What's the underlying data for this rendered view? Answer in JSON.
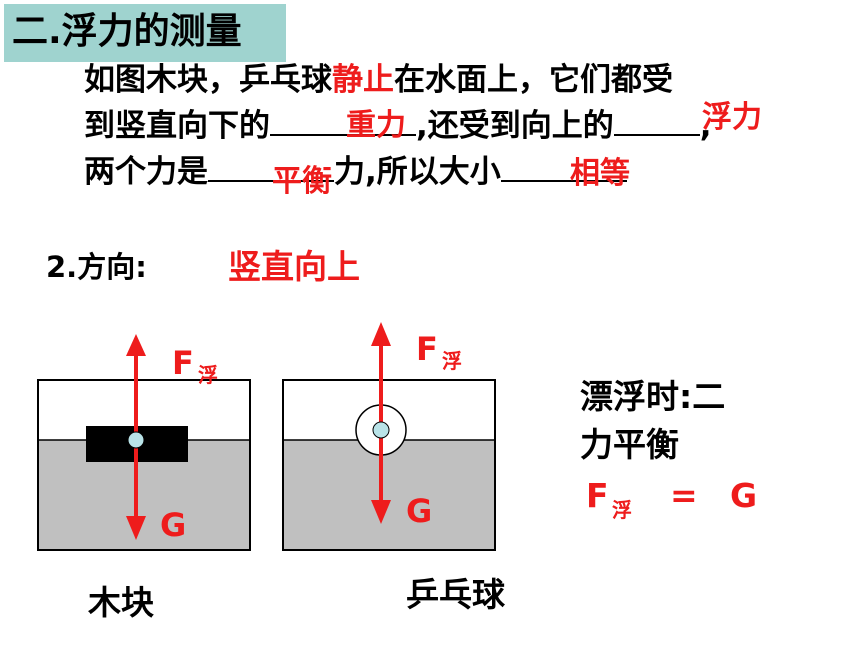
{
  "title": "二.浮力的测量",
  "paragraph": {
    "l1_a": "如图木块，乒乓球",
    "l1_red": "静止",
    "l1_b": "在水面上，它们都受",
    "l2_a": "到竖直向下的",
    "l2_ans1": "重力",
    "l2_b": ",还受到向上的",
    "l2_ans2": "浮力",
    "l2_c": ",",
    "l3_a": "两个力是",
    "l3_ans1": "平衡",
    "l3_b": "力,所以大小",
    "l3_ans2": "相等"
  },
  "direction": {
    "label": "2.方向:",
    "value": "竖直向上"
  },
  "diagrams": {
    "left": {
      "force_up": "F",
      "force_up_sub": "浮",
      "force_down": "G",
      "caption": "木块"
    },
    "right": {
      "force_up": "F",
      "force_up_sub": "浮",
      "force_down": "G",
      "caption": "乒乓球"
    }
  },
  "conclusion": {
    "line1": "漂浮时:二",
    "line2": "力平衡",
    "eq_f": "F",
    "eq_sub": "浮",
    "eq_sign": "=",
    "eq_g": "G"
  },
  "colors": {
    "title_bg": "#9fd3cf",
    "accent_red": "#ee1c1c",
    "water": "#c0c0c0",
    "block": "#000000",
    "dot": "#b9e3e8"
  }
}
